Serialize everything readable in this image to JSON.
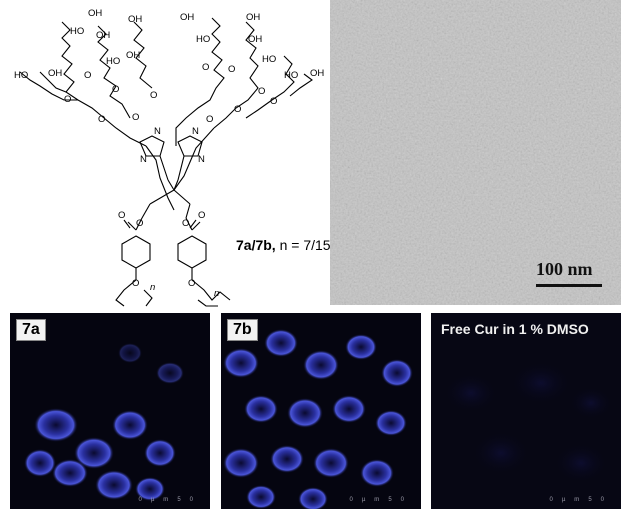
{
  "figure": {
    "structure": {
      "hydroxyl_label": "OH",
      "hydroxyl_label_left": "HO",
      "oxygen_label": "O",
      "nitrogen_label": "N",
      "index_label": "n",
      "compound_label_bold": "7a/7b,",
      "compound_label_rest": " n = 7/15"
    },
    "tem": {
      "scale_label": "100 nm"
    },
    "fluorescence": [
      {
        "label": "7a"
      },
      {
        "label": "7b"
      },
      {
        "label": "Free Cur in 1 % DMSO"
      }
    ],
    "scale_ticks": [
      "0",
      "µm",
      "50"
    ],
    "colors": {
      "tem_background": "#c4c4c4",
      "fluorescence_background": "#050510",
      "cell_stain": "#3c46c8"
    }
  }
}
